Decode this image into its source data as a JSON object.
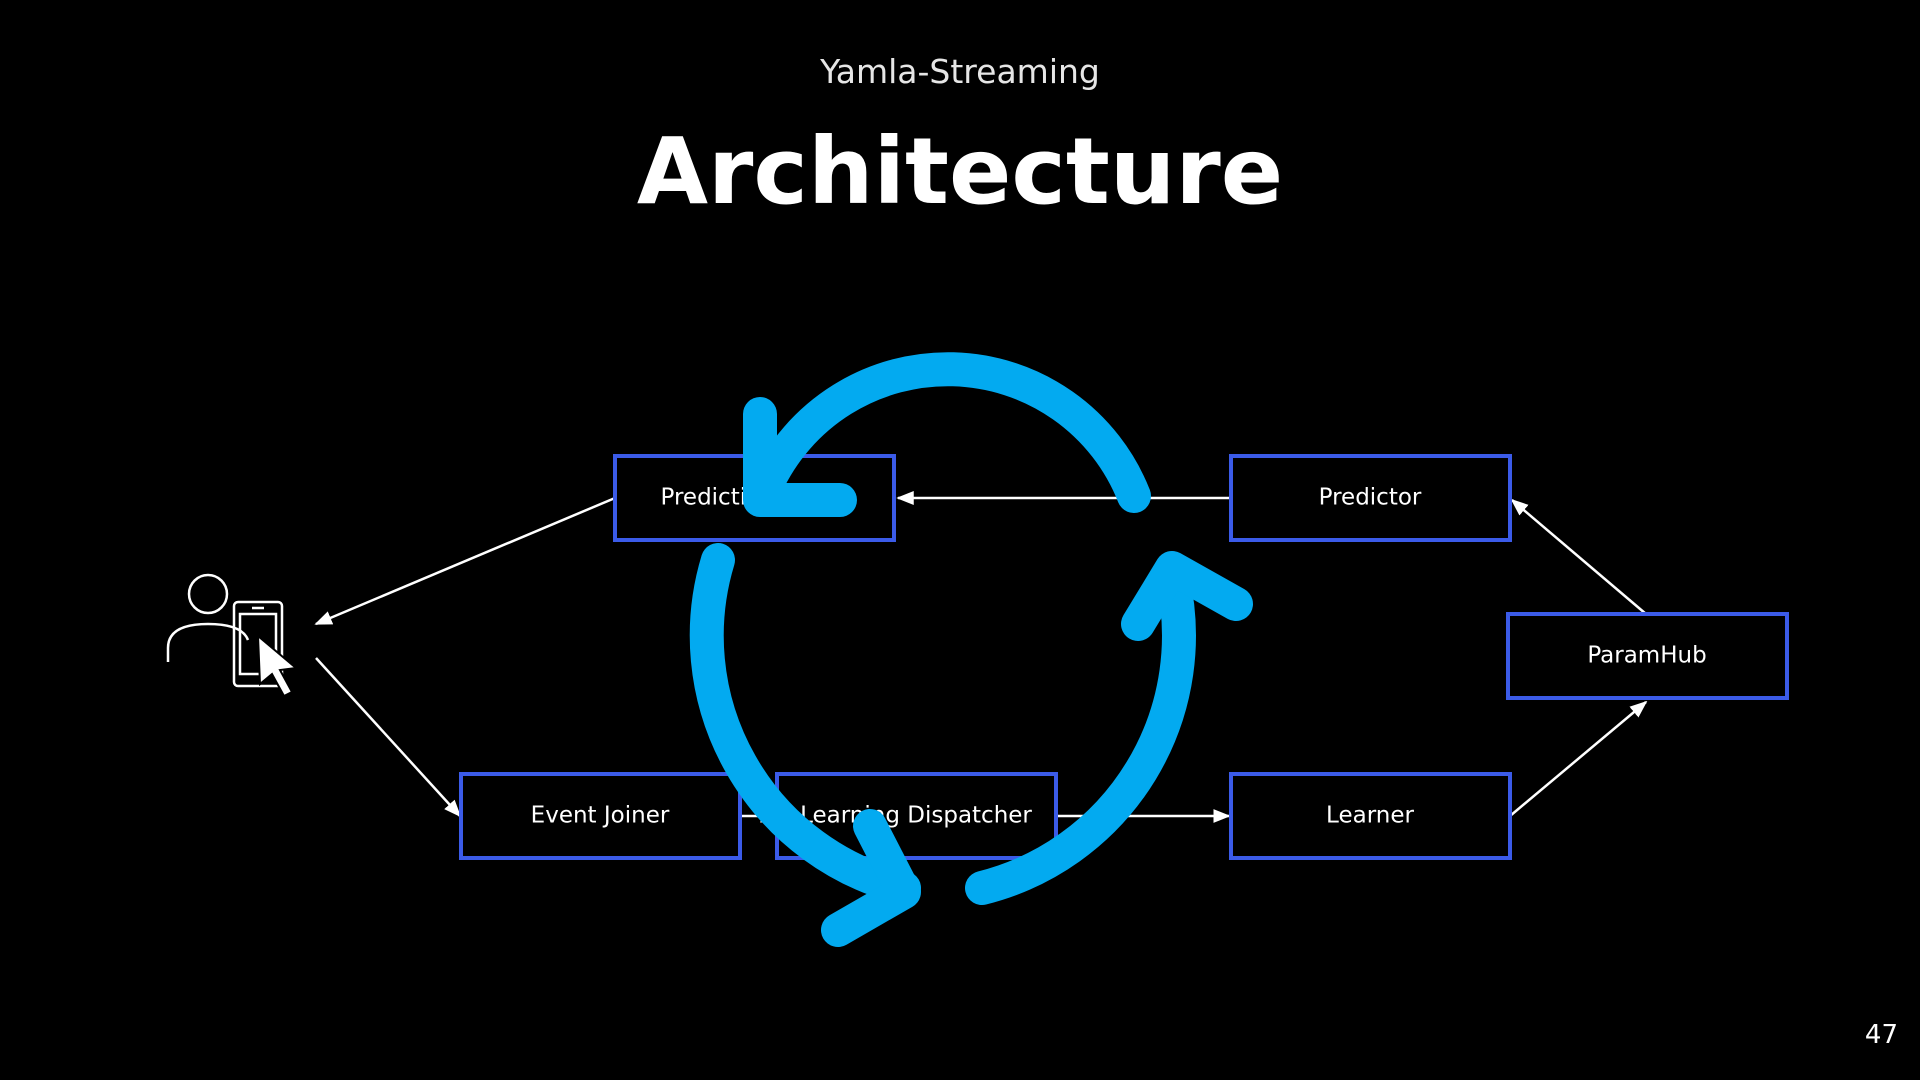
{
  "slide": {
    "subtitle": "Yamla-Streaming",
    "title": "Architecture",
    "page_number": "47"
  },
  "nodes": {
    "prediction_joiner": "Prediction Joiner",
    "predictor": "Predictor",
    "paramhub": "ParamHub",
    "event_joiner": "Event Joiner",
    "learning_dispatcher": "Learning Dispatcher",
    "learner": "Learner"
  },
  "user_icon": "user-with-phone-tap-icon",
  "colors": {
    "background": "#000000",
    "box_border": "#3b5be8",
    "cycle_arrow": "#03aaf0",
    "text": "#ffffff"
  }
}
